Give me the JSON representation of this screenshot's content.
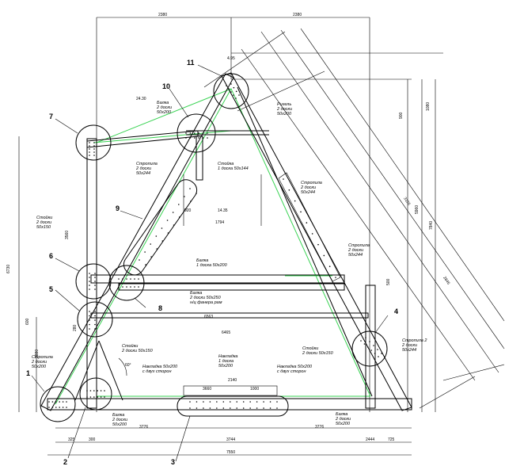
{
  "callouts": [
    "1",
    "2",
    "3",
    "4",
    "5",
    "6",
    "7",
    "8",
    "9",
    "10",
    "11"
  ],
  "dimensions": {
    "top_left": "2380",
    "top_right": "2380",
    "top_small": "4.95",
    "d_2430": "24.30",
    "d_1435": "14.35",
    "d_1794": "1794",
    "d_920": "920",
    "d_6465": "6465",
    "d_6563": "6563",
    "d_3660": "3660",
    "d_2140": "2140",
    "d_1000": "1000",
    "bottom_325": "325",
    "bottom_300": "300",
    "bottom_3776_l": "3776",
    "bottom_3744": "3744",
    "bottom_3776_r": "3776",
    "bottom_2444": "2444",
    "bottom_725": "725",
    "bottom_total": "7550",
    "left_total": "6730",
    "left_3560": "3560",
    "left_2880": "2880",
    "left_600": "600",
    "left_280": "280",
    "right_5960": "5960",
    "right_7840": "7840",
    "right_3155": "3155",
    "right_2845": "2845",
    "right_1080": "1080",
    "right_900": "900",
    "right_500": "500"
  },
  "labels": {
    "balka_top": "Балка\n2 доски\n50x200",
    "rigel": "Ригель\n2 доски\n50x200",
    "stoyka": "Стойка\n1 доска 50x144",
    "strapil_left": "Стропила\n2 доски\n50x244",
    "strapil_right": "Стропила\n2 доски\n50x244",
    "rigel_9": "Стропила\n2 доски\n50x244",
    "stoyka_left": "Стойки\n2 доски\n50x150",
    "balka_mid": "Балка\n1 доска 50x200",
    "balka_low": "Балка\n2 доски 50x250\nн/ц фанера рам",
    "stoyka_2": "Стойки\n2 доски 50x150",
    "stoyka_r": "Стойки\n2 доски 50x150",
    "strapil_1": "Стропила\n2 доски\n50x200",
    "nakladka_l": "Накладка 50x200\nс двух сторон",
    "nakladka_c": "Накладка\n1 доска\n50x200",
    "nakladka_r": "Накладка 50x200\nс двух сторон",
    "balka_bl": "Балка\n2 доски\n50x200",
    "balka_br": "Балка\n2 доски\n50x200",
    "stropila_4": "Стропила 2\n2 доски\n50x244",
    "angle": "60°"
  }
}
